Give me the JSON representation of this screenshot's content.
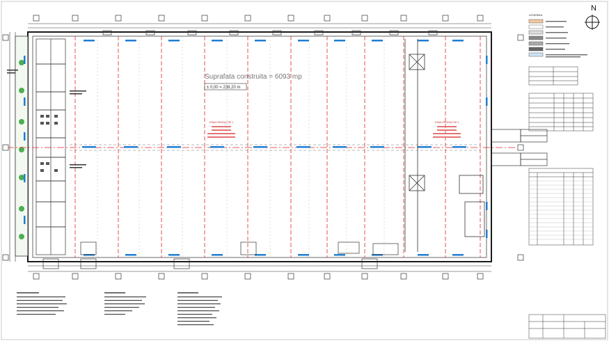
{
  "north": {
    "label": "N"
  },
  "plan": {
    "area_label": "Suprafata construita = 6093 mp",
    "level_label": "± 0,00 = 238,20 m",
    "zone1": {
      "title": "ZONA PRODUCTIE 1"
    },
    "zone2": {
      "title": "ZONA PRODUCTIE 2"
    }
  },
  "legend": {
    "title": "LEGENDA"
  },
  "colors": {
    "wall": "#1a1a1a",
    "axis_red": "#e0252a",
    "blue": "#1f7ed1",
    "green": "#4caf50",
    "gray": "#8a8a8a"
  }
}
